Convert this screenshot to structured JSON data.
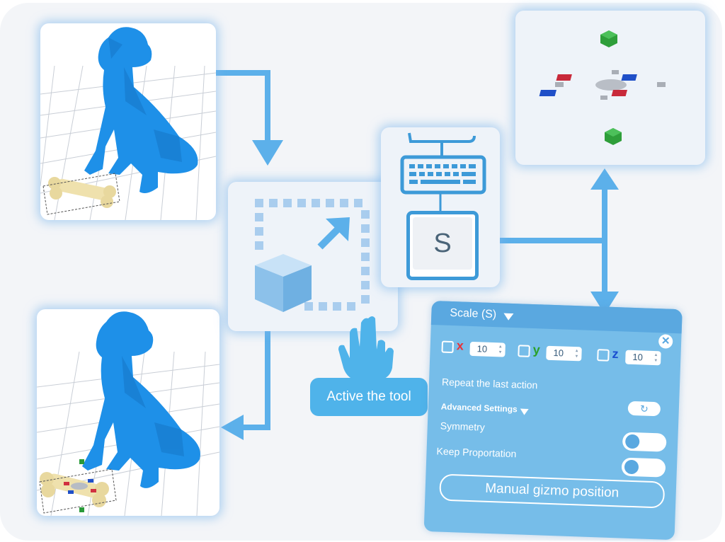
{
  "tool_card": {
    "key_letter": "S"
  },
  "active_tool_button": {
    "label": "Active the tool"
  },
  "scale_panel": {
    "title": "Scale (S)",
    "x_label": "x",
    "x_value": "10",
    "y_label": "y",
    "y_value": "10",
    "z_label": "z",
    "z_value": "10",
    "repeat_label": "Repeat the last action",
    "advanced_label": "Advanced Settings",
    "symmetry_label": "Symmetry",
    "keep_proportion_label": "Keep Proportation",
    "gizmo_button_label": "Manual gizmo position"
  },
  "colors": {
    "accent": "#5aa8e0",
    "arrow": "#5cb0ea",
    "dog": "#1e90e8",
    "bone": "#efe1ad",
    "axis_x": "#e8333a",
    "axis_y": "#2aa02a",
    "axis_z": "#1a4fd0"
  },
  "icons": [
    "scale-tool-icon",
    "keyboard-icon",
    "pointer-hand-icon",
    "close-icon",
    "redo-icon",
    "dropdown-triangle-icon"
  ]
}
